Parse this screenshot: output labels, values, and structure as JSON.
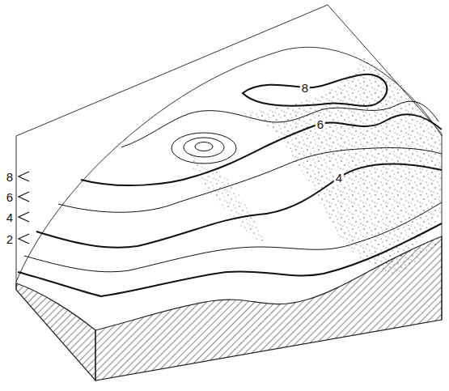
{
  "diagram": {
    "labels": [
      "8",
      "6",
      "4",
      "2",
      "8",
      "6",
      "4"
    ]
  }
}
